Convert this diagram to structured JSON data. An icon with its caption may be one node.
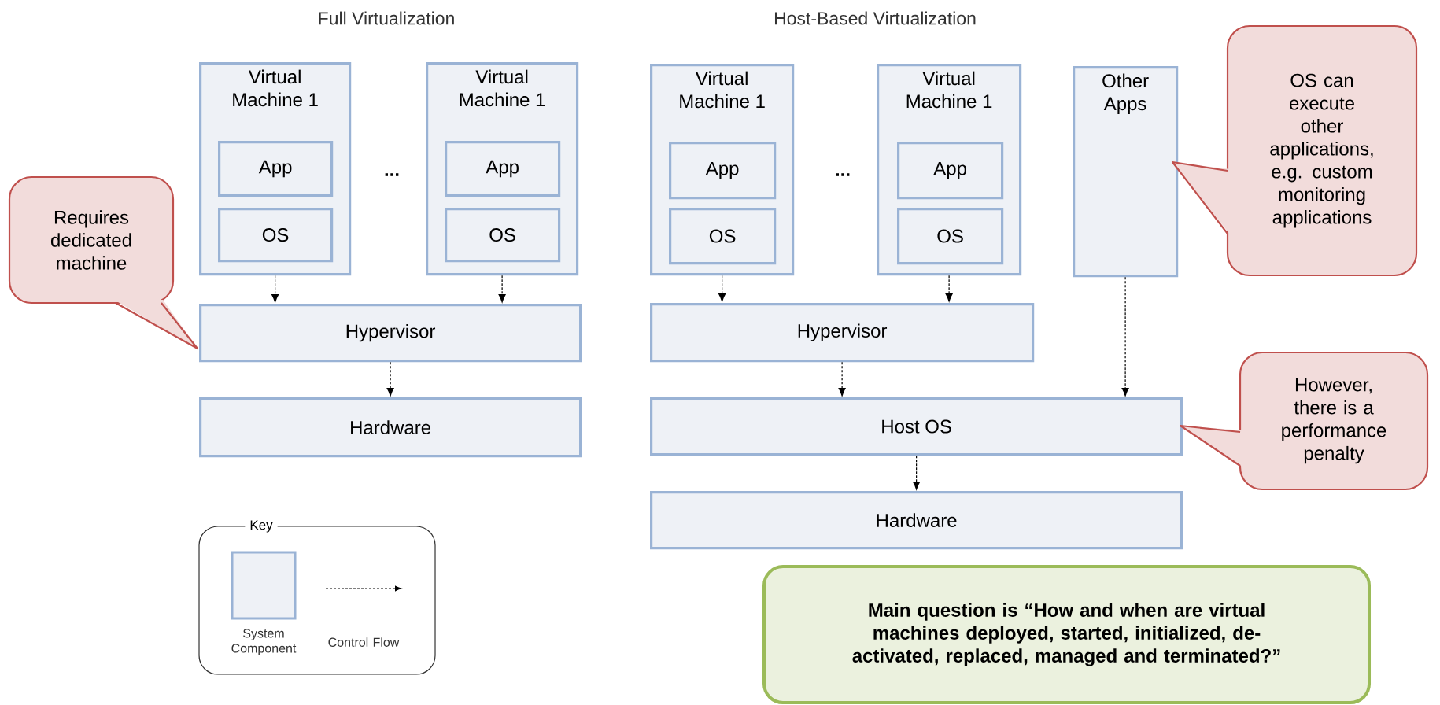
{
  "diagram": {
    "nodes": [
      {
        "text": [
          "Virtual Machine 1"
        ]
      },
      {
        "text": [
          "App"
        ],
        "in": 0
      },
      {
        "text": [
          "OS"
        ],
        "in": 0
      },
      {
        "text": [
          "Virtual Machine 1"
        ]
      },
      {
        "text": [
          "App"
        ],
        "in": 3
      },
      {
        "text": [
          "OS"
        ],
        "in": 3
      },
      {
        "text": [
          "Hypervisor"
        ]
      },
      {
        "text": [
          "Hardware"
        ]
      },
      {
        "text": [
          "Virtual Machine 1"
        ]
      },
      {
        "text": [
          "App"
        ],
        "in": 8
      },
      {
        "text": [
          "OS"
        ],
        "in": 8
      },
      {
        "text": [
          "Virtual Machine 1"
        ]
      },
      {
        "text": [
          "App"
        ],
        "in": 11
      },
      {
        "text": [
          "OS"
        ],
        "in": 11
      },
      {
        "text": [
          "Other Apps"
        ]
      },
      {
        "text": [
          "Hypervisor"
        ]
      },
      {
        "text": [
          "Host OS"
        ]
      },
      {
        "text": [
          "Hardware"
        ]
      },
      {
        "text": [
          "Requires dedicated machine"
        ]
      },
      {
        "text": [
          "OS can execute other applications, e.g. custom monitoring applications"
        ]
      },
      {
        "text": [
          "However, there is a performance penalty"
        ]
      },
      {
        "text": [
          "Main question is “How and when are virtual machines deployed, started, initialized, de-activated, replaced, managed and terminated?”"
        ]
      }
    ],
    "edges": [
      {
        "from": 0,
        "to": 6,
        "arrow": "to",
        "style": "dashed"
      },
      {
        "from": 3,
        "to": 6,
        "arrow": "to",
        "style": "dashed"
      },
      {
        "from": 6,
        "to": 7,
        "arrow": "to",
        "style": "dashed"
      },
      {
        "from": 8,
        "to": 15,
        "arrow": "to",
        "style": "dashed"
      },
      {
        "from": 11,
        "to": 15,
        "arrow": "to",
        "style": "dashed"
      },
      {
        "from": 15,
        "to": 16,
        "arrow": "to",
        "style": "dashed"
      },
      {
        "from": 14,
        "to": 16,
        "arrow": "to",
        "style": "dashed"
      },
      {
        "from": 16,
        "to": 17,
        "arrow": "to",
        "style": "dashed"
      }
    ],
    "labels": [
      "Full Virtualization",
      "Host-Based Virtualization",
      "...",
      "...",
      "Key"
    ],
    "legend": [
      {
        "text": "System Component"
      },
      {
        "text": "Control Flow"
      }
    ]
  }
}
